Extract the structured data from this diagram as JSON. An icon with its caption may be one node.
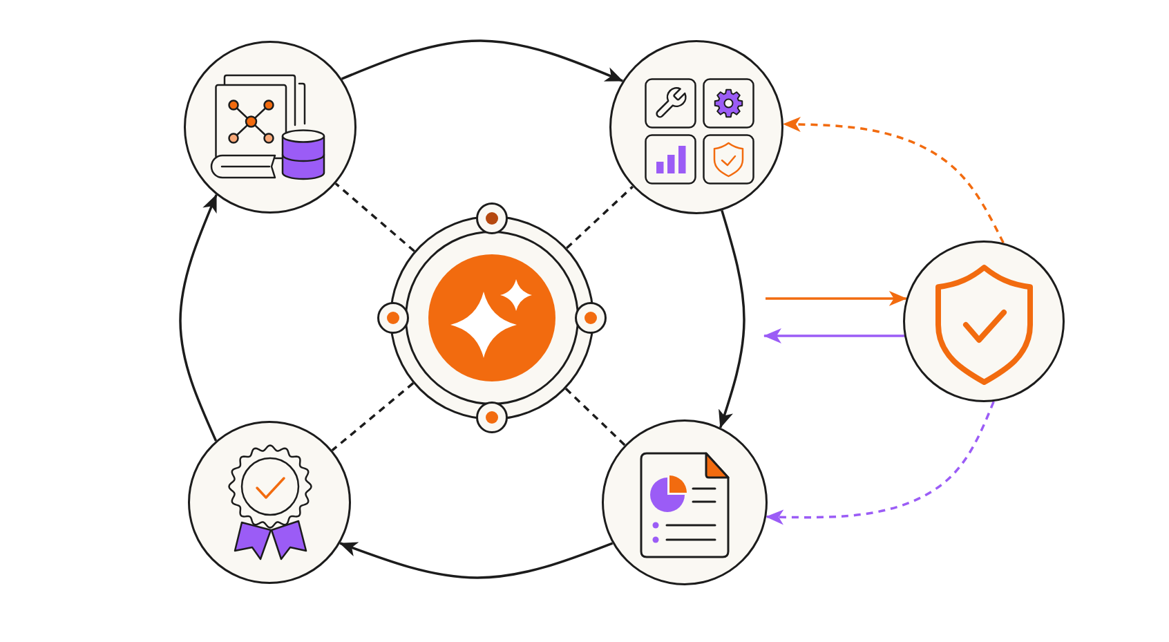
{
  "diagram": {
    "nodes": [
      {
        "text": [],
        "shape": "circle"
      },
      {
        "text": [],
        "shape": "circle"
      },
      {
        "text": [],
        "shape": "circle"
      },
      {
        "text": [],
        "shape": "circle"
      },
      {
        "text": [],
        "shape": "circle"
      },
      {
        "text": [],
        "shape": "circle"
      }
    ],
    "edges": [
      {
        "from": 0,
        "to": 1,
        "arrow": "to"
      },
      {
        "from": 1,
        "to": 5,
        "arrow": "to"
      },
      {
        "from": 5,
        "to": 4,
        "arrow": "to"
      },
      {
        "from": 4,
        "to": 0,
        "arrow": "to"
      },
      {
        "from": 2,
        "to": 0,
        "arrow": "none",
        "style": "dashed"
      },
      {
        "from": 2,
        "to": 1,
        "arrow": "none",
        "style": "dashed"
      },
      {
        "from": 2,
        "to": 4,
        "arrow": "none",
        "style": "dashed"
      },
      {
        "from": 2,
        "to": 5,
        "arrow": "none",
        "style": "dashed"
      },
      {
        "from": null,
        "to": 3,
        "arrow": "to",
        "color": "#f26b0f"
      },
      {
        "from": 3,
        "to": null,
        "arrow": "to",
        "color": "#9b5cf6"
      },
      {
        "from": 3,
        "to": 1,
        "arrow": "to",
        "style": "dashed",
        "color": "#f26b0f"
      },
      {
        "from": 3,
        "to": 5,
        "arrow": "to",
        "style": "dashed",
        "color": "#9b5cf6"
      }
    ]
  }
}
